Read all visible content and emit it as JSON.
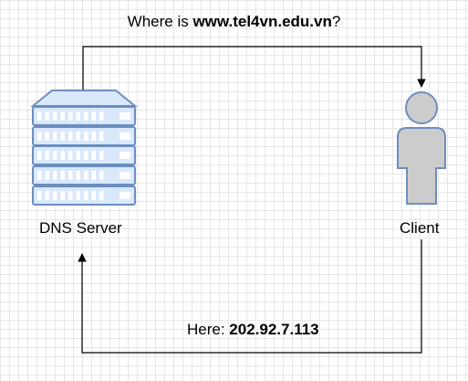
{
  "query": {
    "prefix": "Where is ",
    "domain": "www.tel4vn.edu.vn",
    "suffix": "?"
  },
  "answer": {
    "prefix": "Here: ",
    "ip": "202.92.7.113"
  },
  "nodes": {
    "server": "DNS Server",
    "client": "Client"
  },
  "colors": {
    "server_fill": "#dae8fc",
    "server_stroke": "#6c8ebf",
    "client_fill": "#cccccc",
    "client_stroke": "#6c8ebf",
    "edge": "#000000"
  },
  "icons": {
    "server": "server-rack-icon",
    "client": "person-icon"
  }
}
